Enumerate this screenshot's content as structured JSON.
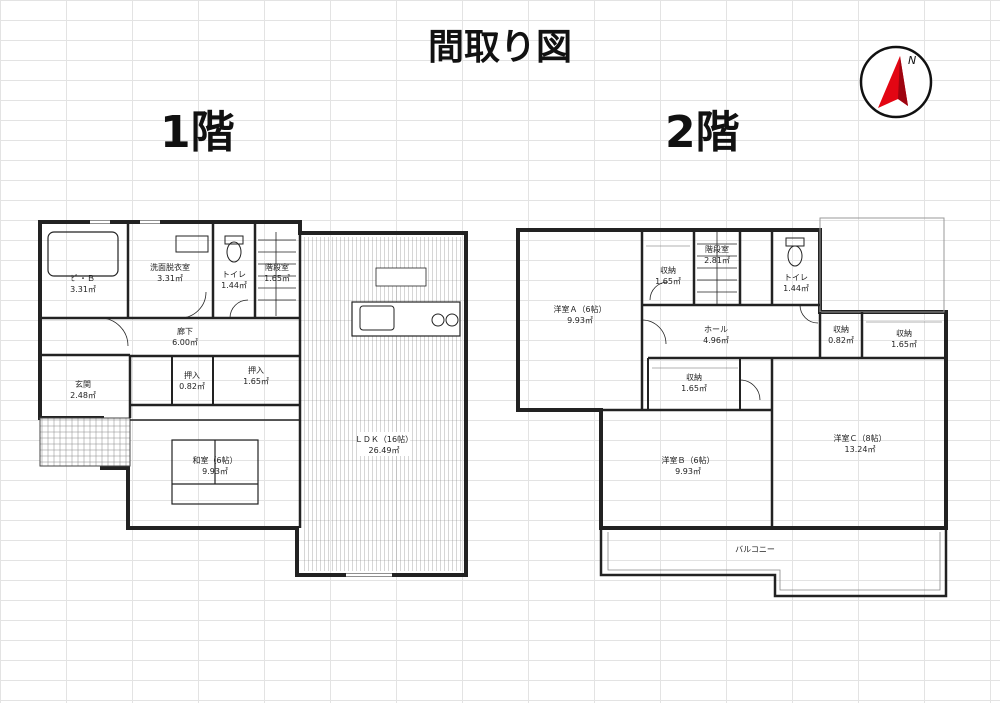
{
  "title": "間取り図",
  "floors": [
    {
      "label": "1階",
      "rooms": [
        {
          "name": "ﾋﾞ・Ｂ",
          "size": "3.31㎡"
        },
        {
          "name": "洗面脱衣室",
          "size": "3.31㎡"
        },
        {
          "name": "トイレ",
          "size": "1.44㎡"
        },
        {
          "name": "階段室",
          "size": "1.65㎡"
        },
        {
          "name": "廊下",
          "size": "6.00㎡"
        },
        {
          "name": "玄関",
          "size": "2.48㎡"
        },
        {
          "name": "押入",
          "size": "0.82㎡"
        },
        {
          "name": "押入",
          "size": "1.65㎡"
        },
        {
          "name": "和室（6帖）",
          "size": "9.93㎡"
        },
        {
          "name": "ＬＤＫ（16帖）",
          "size": "26.49㎡"
        }
      ]
    },
    {
      "label": "2階",
      "rooms": [
        {
          "name": "洋室Ａ（6帖）",
          "size": "9.93㎡"
        },
        {
          "name": "収納",
          "size": "1.65㎡"
        },
        {
          "name": "階段室",
          "size": "2.81㎡"
        },
        {
          "name": "トイレ",
          "size": "1.44㎡"
        },
        {
          "name": "ホール",
          "size": "4.96㎡"
        },
        {
          "name": "収納",
          "size": "0.82㎡"
        },
        {
          "name": "収納",
          "size": "1.65㎡"
        },
        {
          "name": "収納",
          "size": "1.65㎡"
        },
        {
          "name": "洋室Ｂ（6帖）",
          "size": "9.93㎡"
        },
        {
          "name": "洋室Ｃ（8帖）",
          "size": "13.24㎡"
        },
        {
          "name": "バルコニー",
          "size": ""
        }
      ]
    }
  ],
  "compass": {
    "letter": "N",
    "color": "#e30613"
  }
}
